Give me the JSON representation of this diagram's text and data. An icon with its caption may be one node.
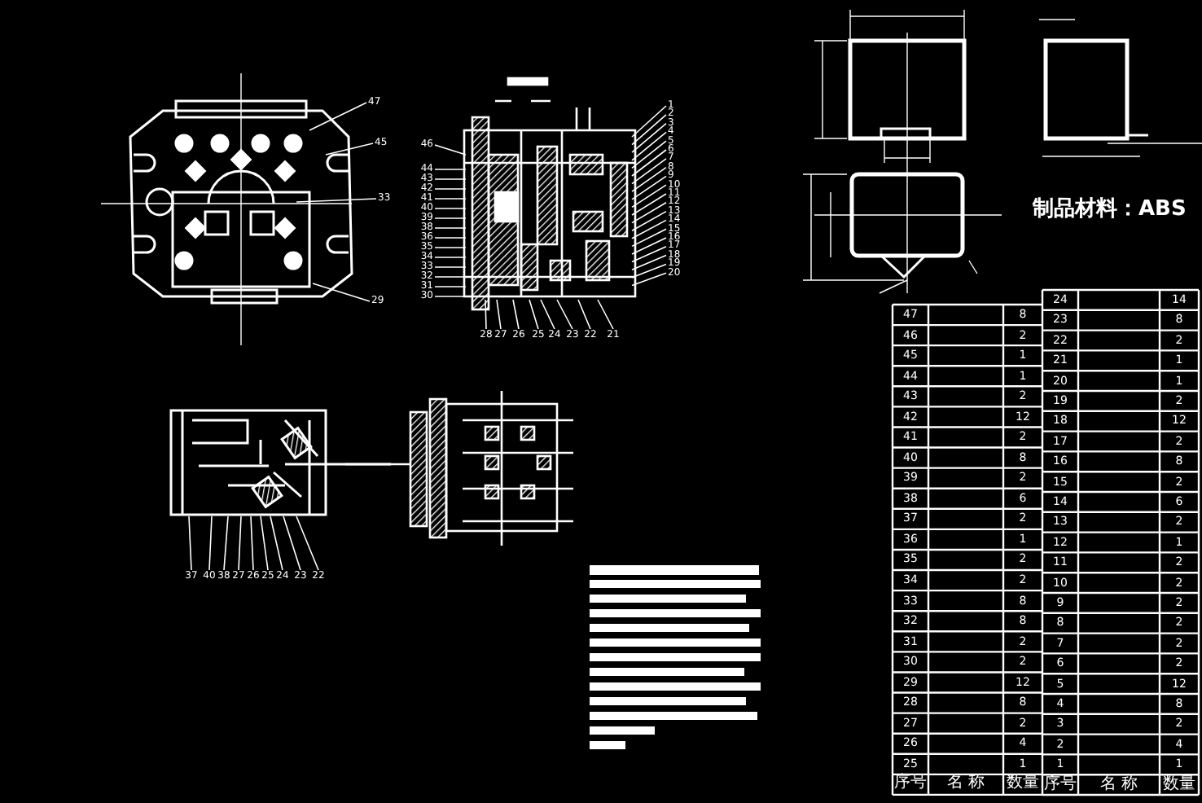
{
  "diagram": {
    "nodes": [
      {
        "text": [
          "47"
        ]
      },
      {
        "text": [
          "45"
        ]
      },
      {
        "text": [
          "33"
        ]
      },
      {
        "text": [
          "29"
        ]
      },
      {
        "text": [
          "1"
        ]
      },
      {
        "text": [
          "2"
        ]
      },
      {
        "text": [
          "3"
        ]
      },
      {
        "text": [
          "4"
        ]
      },
      {
        "text": [
          "5"
        ]
      },
      {
        "text": [
          "6"
        ]
      },
      {
        "text": [
          "7"
        ]
      },
      {
        "text": [
          "8"
        ]
      },
      {
        "text": [
          "9"
        ]
      },
      {
        "text": [
          "10"
        ]
      },
      {
        "text": [
          "11"
        ]
      },
      {
        "text": [
          "12"
        ]
      },
      {
        "text": [
          "13"
        ]
      },
      {
        "text": [
          "14"
        ]
      },
      {
        "text": [
          "15"
        ]
      },
      {
        "text": [
          "16"
        ]
      },
      {
        "text": [
          "17"
        ]
      },
      {
        "text": [
          "18"
        ]
      },
      {
        "text": [
          "19"
        ]
      },
      {
        "text": [
          "20"
        ]
      },
      {
        "text": [
          "46"
        ]
      },
      {
        "text": [
          "44"
        ]
      },
      {
        "text": [
          "43"
        ]
      },
      {
        "text": [
          "42"
        ]
      },
      {
        "text": [
          "41"
        ]
      },
      {
        "text": [
          "40"
        ]
      },
      {
        "text": [
          "39"
        ]
      },
      {
        "text": [
          "38"
        ]
      },
      {
        "text": [
          "36"
        ]
      },
      {
        "text": [
          "35"
        ]
      },
      {
        "text": [
          "34"
        ]
      },
      {
        "text": [
          "33"
        ]
      },
      {
        "text": [
          "32"
        ]
      },
      {
        "text": [
          "31"
        ]
      },
      {
        "text": [
          "30"
        ]
      },
      {
        "text": [
          "28"
        ]
      },
      {
        "text": [
          "27"
        ]
      },
      {
        "text": [
          "26"
        ]
      },
      {
        "text": [
          "25"
        ]
      },
      {
        "text": [
          "24"
        ]
      },
      {
        "text": [
          "23"
        ]
      },
      {
        "text": [
          "22"
        ]
      },
      {
        "text": [
          "21"
        ]
      },
      {
        "text": [
          "37"
        ]
      },
      {
        "text": [
          "40"
        ]
      },
      {
        "text": [
          "38"
        ]
      },
      {
        "text": [
          "27"
        ]
      },
      {
        "text": [
          "26"
        ]
      },
      {
        "text": [
          "25"
        ]
      },
      {
        "text": [
          "24"
        ]
      },
      {
        "text": [
          "23"
        ]
      },
      {
        "text": [
          "22"
        ]
      },
      {
        "text": [],
        "shape": "picture"
      },
      {
        "text": [],
        "shape": "picture"
      },
      {
        "text": [],
        "shape": "picture"
      }
    ],
    "edges": [
      {
        "from": 0,
        "to": 56,
        "arrow": "none"
      },
      {
        "from": 1,
        "to": 56,
        "arrow": "none"
      },
      {
        "from": 2,
        "to": 56,
        "arrow": "none"
      },
      {
        "from": 3,
        "to": 56,
        "arrow": "none"
      },
      {
        "from": 4,
        "to": 57,
        "arrow": "none"
      },
      {
        "from": 5,
        "to": 57,
        "arrow": "none"
      },
      {
        "from": 6,
        "to": 57,
        "arrow": "none"
      },
      {
        "from": 7,
        "to": 57,
        "arrow": "none"
      },
      {
        "from": 8,
        "to": 57,
        "arrow": "none"
      },
      {
        "from": 9,
        "to": 57,
        "arrow": "none"
      },
      {
        "from": 10,
        "to": 57,
        "arrow": "none"
      },
      {
        "from": 11,
        "to": 57,
        "arrow": "none"
      },
      {
        "from": 12,
        "to": 57,
        "arrow": "none"
      },
      {
        "from": 13,
        "to": 57,
        "arrow": "none"
      },
      {
        "from": 14,
        "to": 57,
        "arrow": "none"
      },
      {
        "from": 15,
        "to": 57,
        "arrow": "none"
      },
      {
        "from": 16,
        "to": 57,
        "arrow": "none"
      },
      {
        "from": 17,
        "to": 57,
        "arrow": "none"
      },
      {
        "from": 18,
        "to": 57,
        "arrow": "none"
      },
      {
        "from": 19,
        "to": 57,
        "arrow": "none"
      },
      {
        "from": 20,
        "to": 57,
        "arrow": "none"
      },
      {
        "from": 21,
        "to": 57,
        "arrow": "none"
      },
      {
        "from": 22,
        "to": 57,
        "arrow": "none"
      },
      {
        "from": 23,
        "to": 57,
        "arrow": "none"
      },
      {
        "from": 24,
        "to": 57,
        "arrow": "none"
      },
      {
        "from": 25,
        "to": 57,
        "arrow": "none"
      },
      {
        "from": 26,
        "to": 57,
        "arrow": "none"
      },
      {
        "from": 27,
        "to": 57,
        "arrow": "none"
      },
      {
        "from": 28,
        "to": 57,
        "arrow": "none"
      },
      {
        "from": 29,
        "to": 57,
        "arrow": "none"
      },
      {
        "from": 30,
        "to": 57,
        "arrow": "none"
      },
      {
        "from": 31,
        "to": 57,
        "arrow": "none"
      },
      {
        "from": 32,
        "to": 57,
        "arrow": "none"
      },
      {
        "from": 33,
        "to": 57,
        "arrow": "none"
      },
      {
        "from": 34,
        "to": 57,
        "arrow": "none"
      },
      {
        "from": 35,
        "to": 57,
        "arrow": "none"
      },
      {
        "from": 36,
        "to": 57,
        "arrow": "none"
      },
      {
        "from": 37,
        "to": 57,
        "arrow": "none"
      },
      {
        "from": 38,
        "to": 57,
        "arrow": "none"
      },
      {
        "from": 39,
        "to": 57,
        "arrow": "none"
      },
      {
        "from": 40,
        "to": 57,
        "arrow": "none"
      },
      {
        "from": 41,
        "to": 57,
        "arrow": "none"
      },
      {
        "from": 42,
        "to": 57,
        "arrow": "none"
      },
      {
        "from": 43,
        "to": 57,
        "arrow": "none"
      },
      {
        "from": 44,
        "to": 57,
        "arrow": "none"
      },
      {
        "from": 45,
        "to": 57,
        "arrow": "none"
      },
      {
        "from": 46,
        "to": 57,
        "arrow": "none"
      },
      {
        "from": 47,
        "to": 58,
        "arrow": "none"
      },
      {
        "from": 48,
        "to": 58,
        "arrow": "none"
      },
      {
        "from": 49,
        "to": 58,
        "arrow": "none"
      },
      {
        "from": 50,
        "to": 58,
        "arrow": "none"
      },
      {
        "from": 51,
        "to": 58,
        "arrow": "none"
      },
      {
        "from": 52,
        "to": 58,
        "arrow": "none"
      },
      {
        "from": 53,
        "to": 58,
        "arrow": "none"
      },
      {
        "from": 54,
        "to": 58,
        "arrow": "none"
      },
      {
        "from": 55,
        "to": 58,
        "arrow": "none"
      }
    ],
    "labels": [
      "制品材料：ABS",
      "24",
      "14",
      "47",
      "8",
      "23",
      "8",
      "46",
      "2",
      "22",
      "2",
      "45",
      "1",
      "21",
      "1",
      "44",
      "1",
      "20",
      "1",
      "43",
      "2",
      "19",
      "2",
      "42",
      "12",
      "18",
      "12",
      "41",
      "2",
      "17",
      "2",
      "40",
      "8",
      "16",
      "8",
      "39",
      "2",
      "15",
      "2",
      "38",
      "6",
      "14",
      "6",
      "37",
      "2",
      "13",
      "2",
      "36",
      "1",
      "12",
      "1",
      "35",
      "2",
      "11",
      "2",
      "34",
      "2",
      "10",
      "2",
      "33",
      "8",
      "9",
      "2",
      "32",
      "8",
      "8",
      "2",
      "31",
      "2",
      "7",
      "2",
      "30",
      "2",
      "6",
      "2",
      "29",
      "12",
      "5",
      "12",
      "28",
      "8",
      "4",
      "8",
      "27",
      "2",
      "3",
      "2",
      "26",
      "4",
      "2",
      "4",
      "25",
      "1",
      "1",
      "1",
      "序号",
      "名 称",
      "数量",
      "序号",
      "名 称",
      "数量"
    ]
  }
}
